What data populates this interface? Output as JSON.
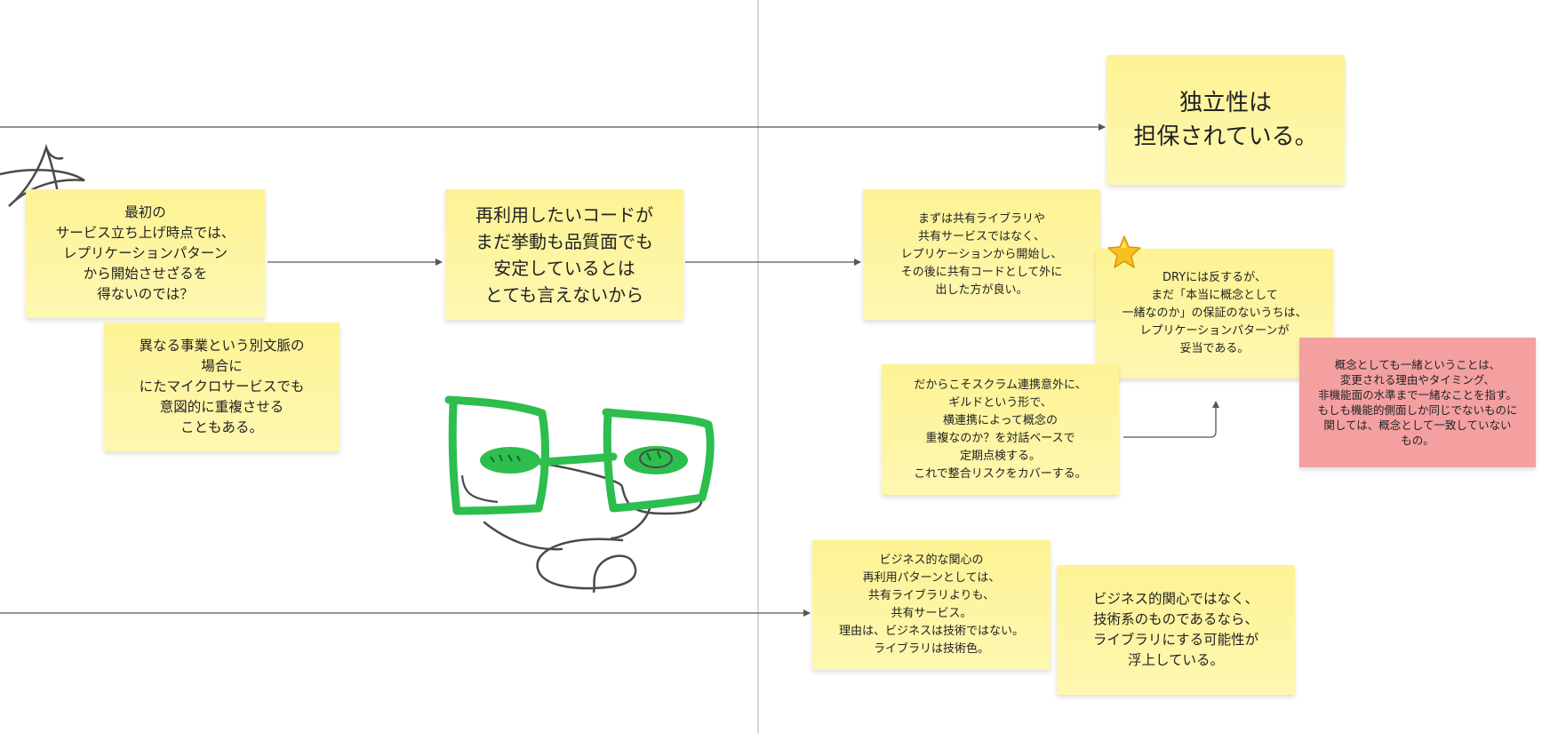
{
  "board": {
    "notes": {
      "independence": "独立性は\n担保されている。",
      "first_launch": "最初の\nサービス立ち上げ時点では、\nレプリケーションパターン\nから開始させざるを\n得ないのでは？",
      "different_business": "異なる事業という別文脈の\n場合に\nにたマイクロサービスでも\n意図的に重複させる\nこともある。",
      "reuse_code": "再利用したいコードが\nまだ挙動も品質面でも\n安定しているとは\nとても言えないから",
      "start_replication": "まずは共有ライブラリや\n共有サービスではなく、\nレプリケーションから開始し、\nその後に共有コードとして外に\n出した方が良い。",
      "dry": "DRYには反するが、\nまだ「本当に概念として\n一緒なのか」の保証のないうちは、\nレプリケーションパターンが\n妥当である。",
      "guild": "だからこそスクラム連携意外に、\nギルドという形で、\n横連携によって概念の\n重複なのか？を対話ベースで\n定期点検する。\nこれで整合リスクをカバーする。",
      "concept_same": "概念としても一緒ということは、\n変更される理由やタイミング、\n非機能面の水準まで一緒なことを指す。\nもしも機能的側面しか同じでないものに\n関しては、概念として一致していない\nもの。",
      "business_interest": "ビジネス的な関心の\n再利用パターンとしては、\n共有ライブラリよりも、\n共有サービス。\n理由は、ビジネスは技術ではない。\nライブラリは技術色。",
      "tech_interest": "ビジネス的関心ではなく、\n技術系のものであるなら、\nライブラリにする可能性が\n浮上している。"
    },
    "icons": {
      "star": "star-icon"
    },
    "colors": {
      "yellow_note": "#fdf394",
      "pink_note": "#f4a0a1",
      "connector": "#555555",
      "divider": "#c8c8c8",
      "drawing_green": "#2dbe4e",
      "drawing_dark": "#4a4a4a",
      "star_gold": "#f6c020"
    }
  }
}
